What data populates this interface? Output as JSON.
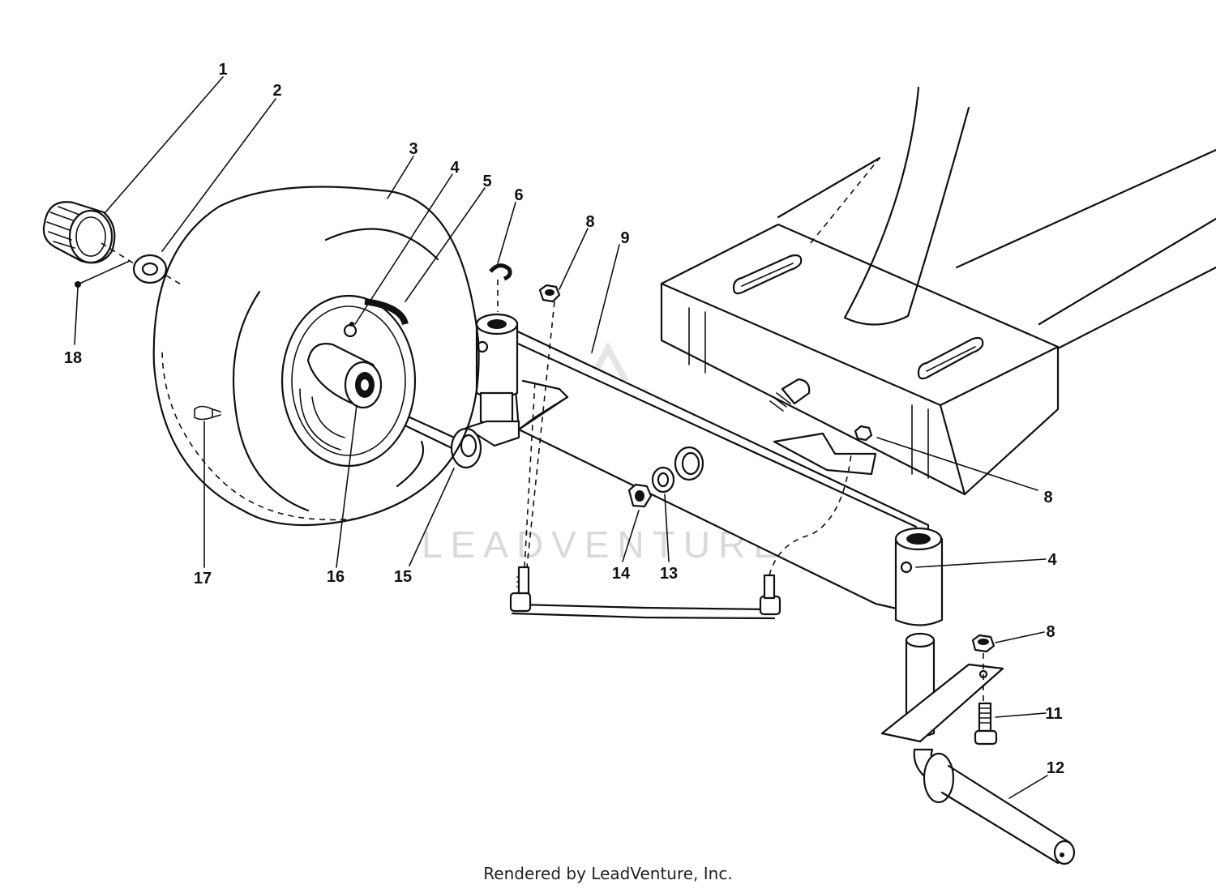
{
  "callouts": {
    "c1": "1",
    "c2": "2",
    "c3": "3",
    "c4a": "4",
    "c5": "5",
    "c6": "6",
    "c8a": "8",
    "c9": "9",
    "c18": "18",
    "c8b": "8",
    "c4b": "4",
    "c17": "17",
    "c16": "16",
    "c15": "15",
    "c14": "14",
    "c13": "13",
    "c8c": "8",
    "c11": "11",
    "c12": "12"
  },
  "watermark": {
    "text": "LEADVENTURE"
  },
  "footer": {
    "text": "Rendered by LeadVenture, Inc."
  }
}
